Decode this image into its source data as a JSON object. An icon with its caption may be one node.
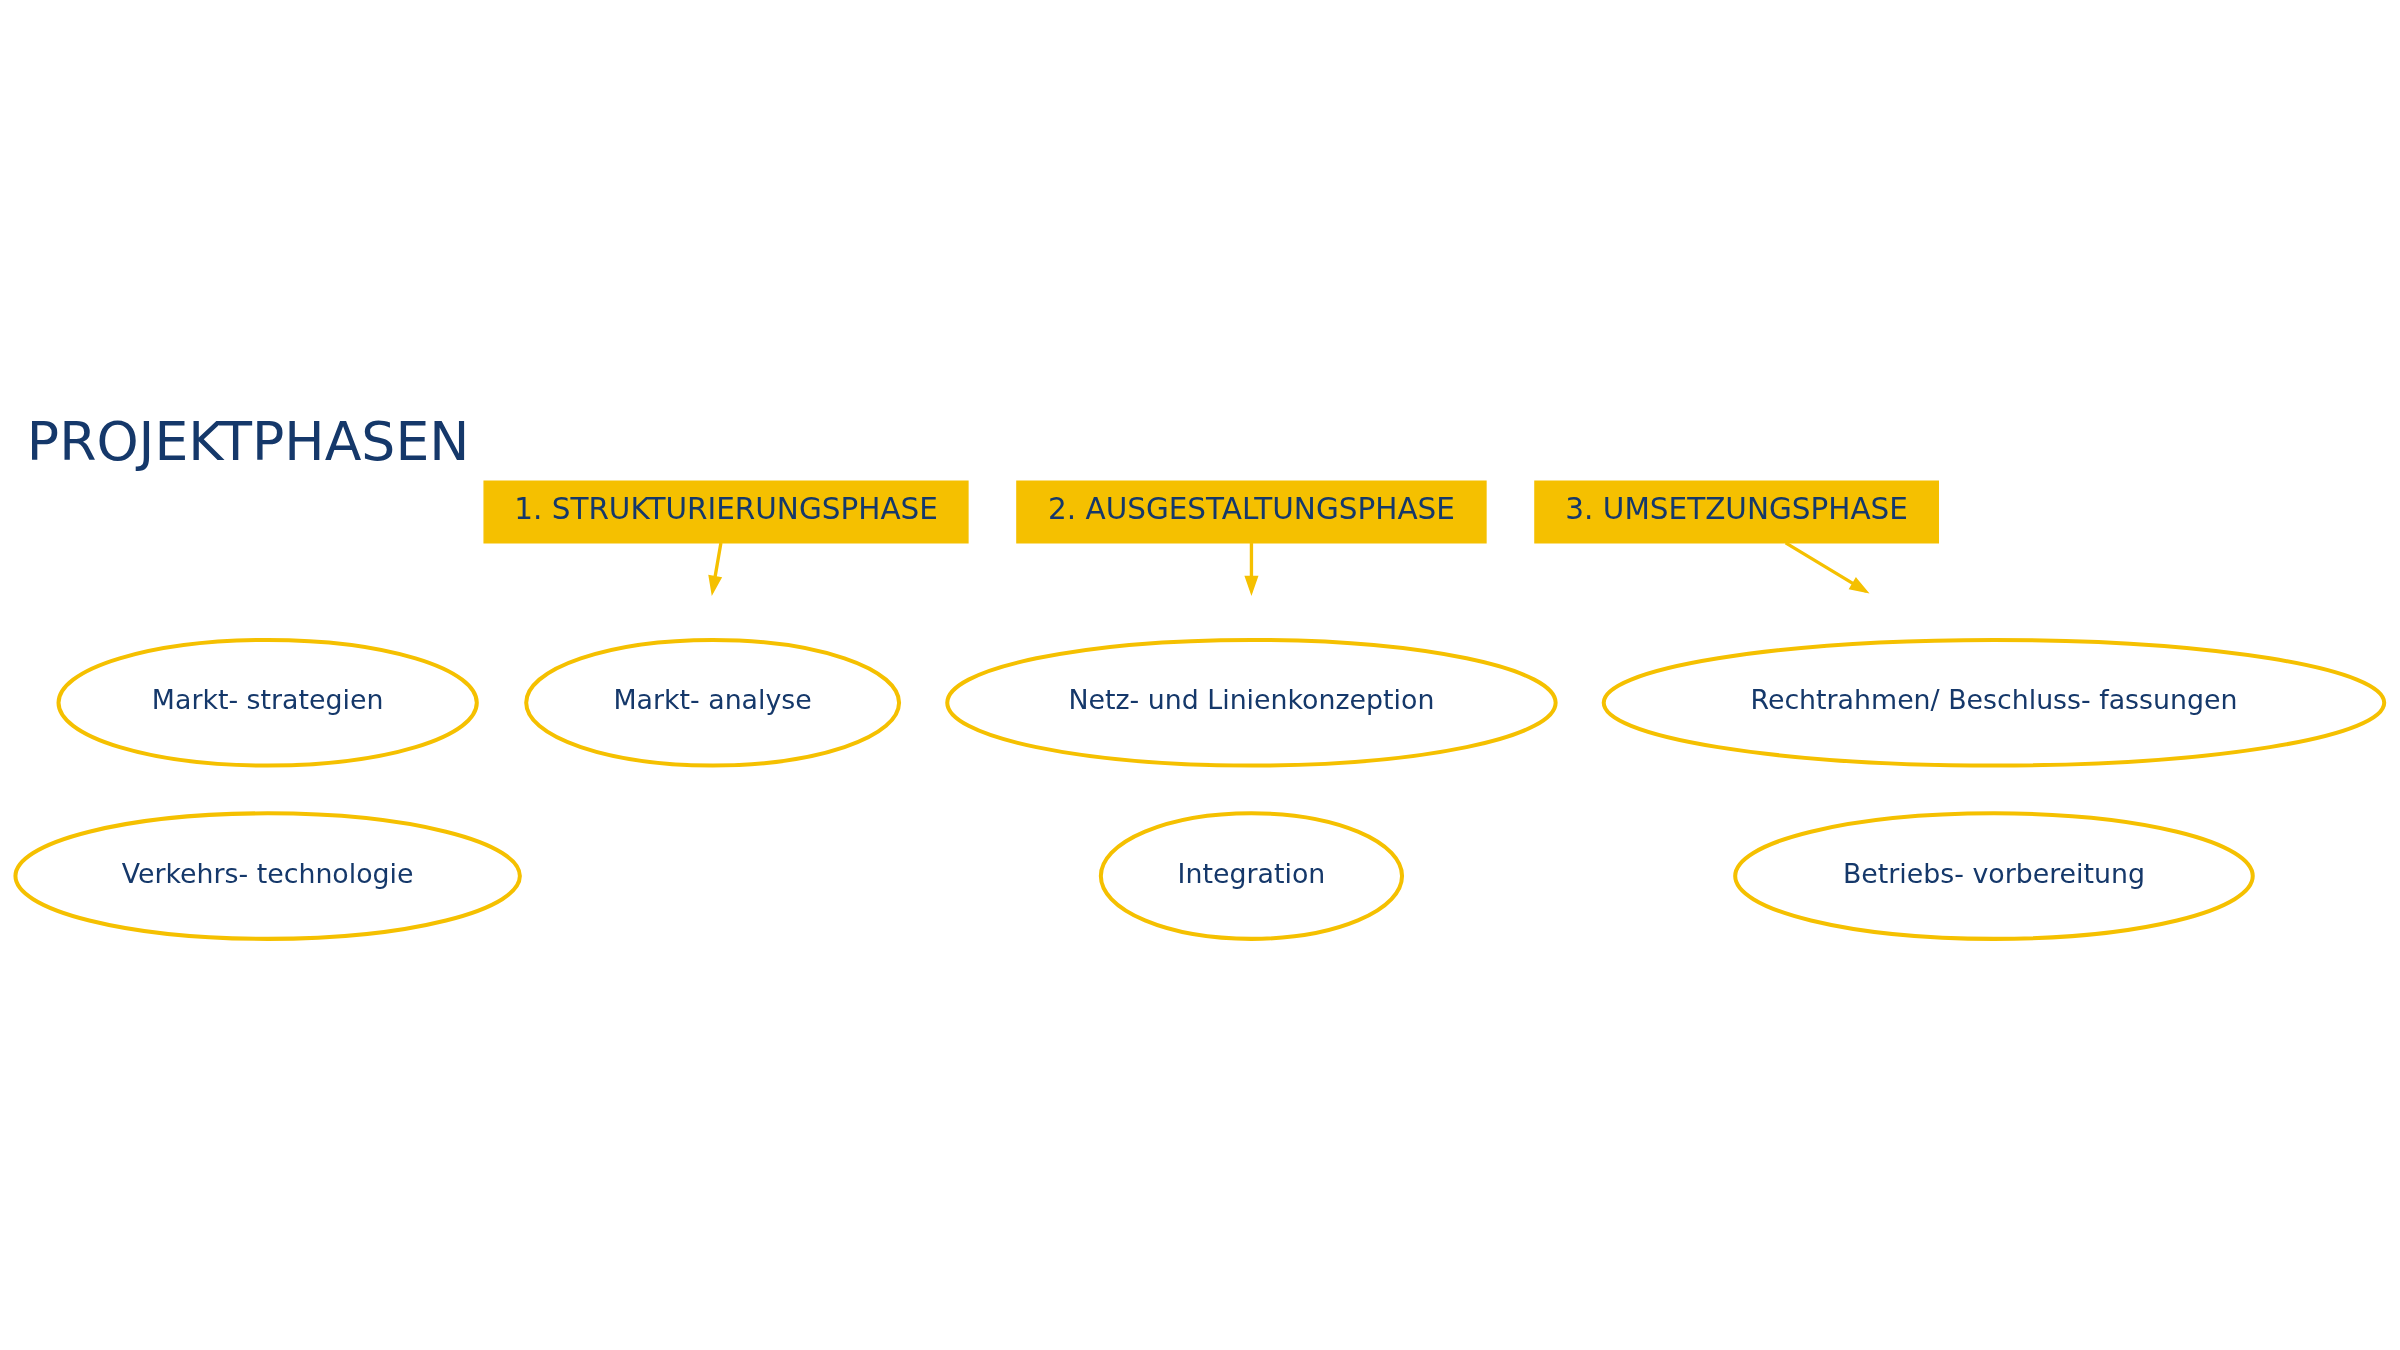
{
  "diagram": {
    "title": "PROJEKTPHASEN",
    "nodes": [
      {
        "text": [
          "1. STRUKTURIERUNGSPHASE"
        ]
      },
      {
        "text": [
          "Markt- strategien"
        ]
      },
      {
        "text": [
          "Markt- analyse"
        ]
      },
      {
        "text": [
          "Verkehrs- technologie"
        ]
      },
      {
        "text": [
          "2. AUSGESTALTUNGSPHASE"
        ]
      },
      {
        "text": [
          "Netz- und Linienkonzeption"
        ]
      },
      {
        "text": [
          "Integration"
        ]
      },
      {
        "text": [
          "3. UMSETZUNGSPHASE"
        ]
      },
      {
        "text": [
          "Rechtrahmen/ Beschluss- fassungen"
        ]
      },
      {
        "text": [
          "Betriebs- vorbereitung"
        ]
      }
    ],
    "edges": [
      {
        "from": 0,
        "to": null,
        "arrow": "to"
      },
      {
        "from": 4,
        "to": null,
        "arrow": "to"
      },
      {
        "from": 7,
        "to": null,
        "arrow": "to"
      }
    ]
  }
}
